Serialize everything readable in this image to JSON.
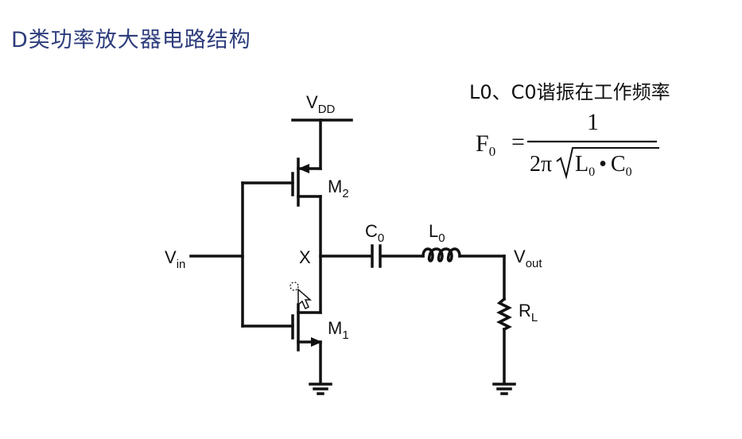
{
  "slide": {
    "title": "D类功率放大器电路结构",
    "note": "L0、C0谐振在工作频率"
  },
  "formula": {
    "lhs_symbol": "F",
    "lhs_subscript": "0",
    "equals": "=",
    "numerator": "1",
    "denominator_prefix": "2π",
    "radicand_left": "L",
    "radicand_left_sub": "0",
    "operator": "•",
    "radicand_right": "C",
    "radicand_right_sub": "0"
  },
  "circuit": {
    "vdd": {
      "main": "V",
      "sub": "DD"
    },
    "vin": {
      "main": "V",
      "sub": "in"
    },
    "vout": {
      "main": "V",
      "sub": "out"
    },
    "m2": {
      "main": "M",
      "sub": "2"
    },
    "m1": {
      "main": "M",
      "sub": "1"
    },
    "node_x": "X",
    "c0": {
      "main": "C",
      "sub": "0"
    },
    "l0": {
      "main": "L",
      "sub": "0"
    },
    "rl": {
      "main": "R",
      "sub": "L"
    }
  },
  "icons": {
    "cursor": "pointer-cursor-icon",
    "ground": "ground-icon"
  }
}
